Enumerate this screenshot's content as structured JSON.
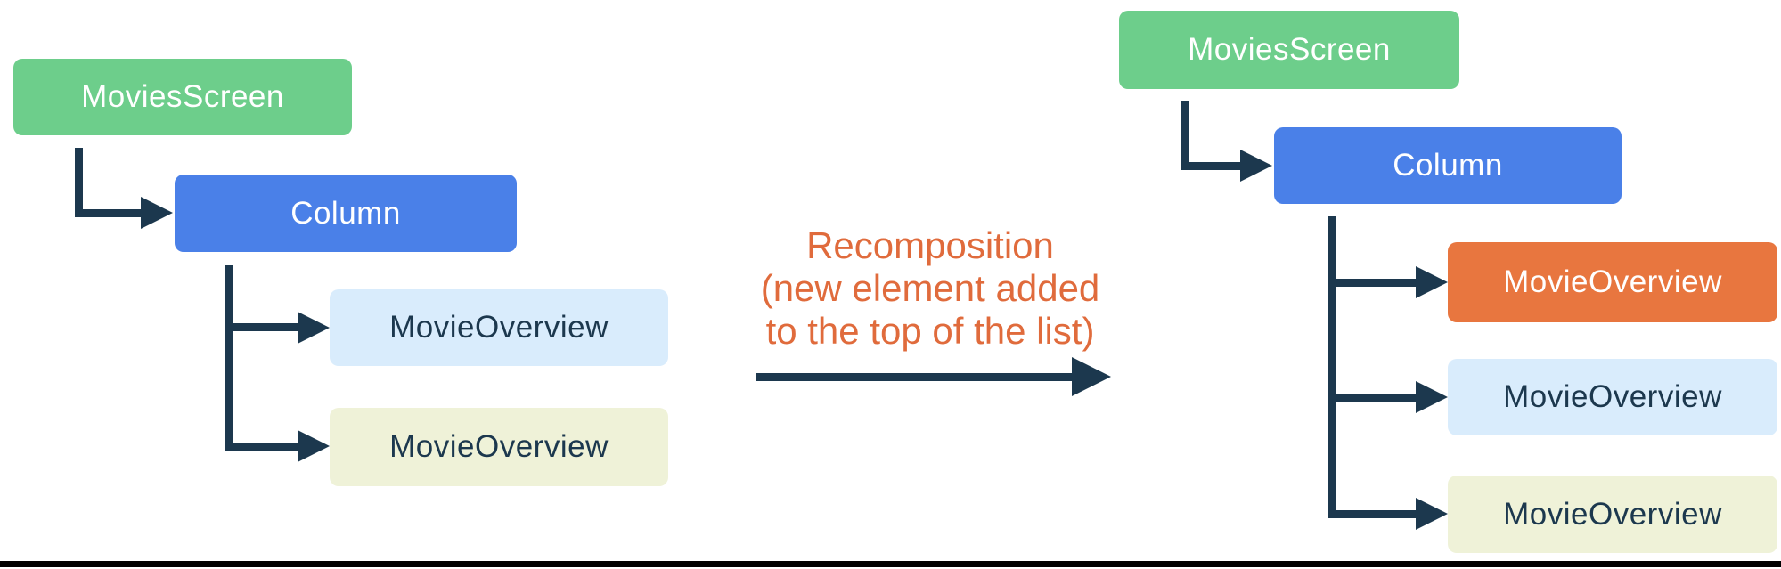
{
  "diagram": {
    "description": "Tree recomposition diagram: a new element is added to the top of a Column list",
    "annotation": {
      "line1": "Recomposition",
      "line2": "(new element added",
      "line3": "to the top of the list)",
      "color": "#E06B3C"
    },
    "trees": {
      "before": {
        "root": {
          "label": "MoviesScreen",
          "color": "#6DCE8B"
        },
        "column": {
          "label": "Column",
          "color": "#4A80E8"
        },
        "leaves": [
          {
            "label": "MovieOverview",
            "color": "#D9ECFC"
          },
          {
            "label": "MovieOverview",
            "color": "#EFF2D8"
          }
        ]
      },
      "after": {
        "root": {
          "label": "MoviesScreen",
          "color": "#6DCE8B"
        },
        "column": {
          "label": "Column",
          "color": "#4A80E8"
        },
        "leaves": [
          {
            "label": "MovieOverview",
            "color": "#E8763F",
            "highlight": true
          },
          {
            "label": "MovieOverview",
            "color": "#D9ECFC"
          },
          {
            "label": "MovieOverview",
            "color": "#EFF2D8"
          }
        ]
      }
    },
    "colors": {
      "connector": "#1C384E",
      "dark_text": "#1C384E",
      "light_text": "#ffffff",
      "bottom_rule": "#000000"
    }
  }
}
